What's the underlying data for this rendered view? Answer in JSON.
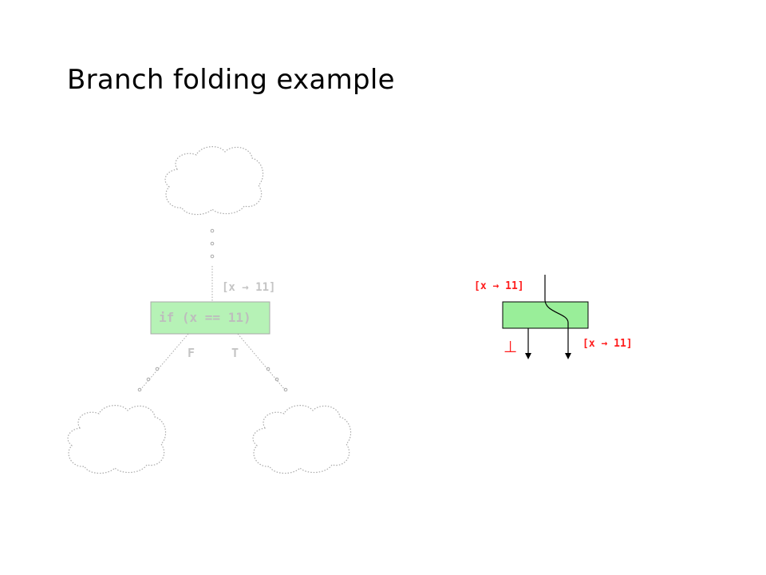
{
  "slide": {
    "title": "Branch folding example"
  },
  "left_diagram": {
    "incoming_fact": "[x → 11]",
    "node_code": "if (x == 11)",
    "false_label": "F",
    "true_label": "T",
    "style": "faded"
  },
  "right_diagram": {
    "input_fact": "[x → 11]",
    "false_output": "⊥",
    "true_output": "[x → 11]"
  },
  "colors": {
    "node_fill": "#99ee99",
    "node_fill_faded": "#b6f2b6",
    "annotation_red": "#ff1c1c",
    "faded_text": "#c4c4c4",
    "faded_line": "#a8a8a8"
  }
}
